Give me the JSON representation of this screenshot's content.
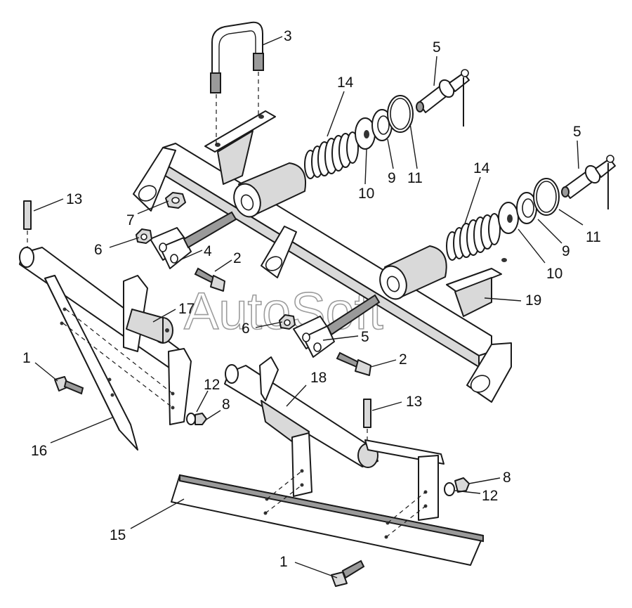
{
  "watermark": "AutoSoft",
  "callouts": [
    {
      "id": "c1a",
      "label": "1"
    },
    {
      "id": "c1b",
      "label": "1"
    },
    {
      "id": "c2a",
      "label": "2"
    },
    {
      "id": "c2b",
      "label": "2"
    },
    {
      "id": "c3",
      "label": "3"
    },
    {
      "id": "c4",
      "label": "4"
    },
    {
      "id": "c5a",
      "label": "5"
    },
    {
      "id": "c5b",
      "label": "5"
    },
    {
      "id": "c5c",
      "label": "5"
    },
    {
      "id": "c6a",
      "label": "6"
    },
    {
      "id": "c6b",
      "label": "6"
    },
    {
      "id": "c7",
      "label": "7"
    },
    {
      "id": "c8a",
      "label": "8"
    },
    {
      "id": "c8b",
      "label": "8"
    },
    {
      "id": "c9a",
      "label": "9"
    },
    {
      "id": "c9b",
      "label": "9"
    },
    {
      "id": "c10a",
      "label": "10"
    },
    {
      "id": "c10b",
      "label": "10"
    },
    {
      "id": "c11a",
      "label": "11"
    },
    {
      "id": "c11b",
      "label": "11"
    },
    {
      "id": "c12a",
      "label": "12"
    },
    {
      "id": "c12b",
      "label": "12"
    },
    {
      "id": "c13a",
      "label": "13"
    },
    {
      "id": "c13b",
      "label": "13"
    },
    {
      "id": "c14a",
      "label": "14"
    },
    {
      "id": "c14b",
      "label": "14"
    },
    {
      "id": "c15",
      "label": "15"
    },
    {
      "id": "c16",
      "label": "16"
    },
    {
      "id": "c17",
      "label": "17"
    },
    {
      "id": "c18",
      "label": "18"
    },
    {
      "id": "c19",
      "label": "19"
    }
  ]
}
